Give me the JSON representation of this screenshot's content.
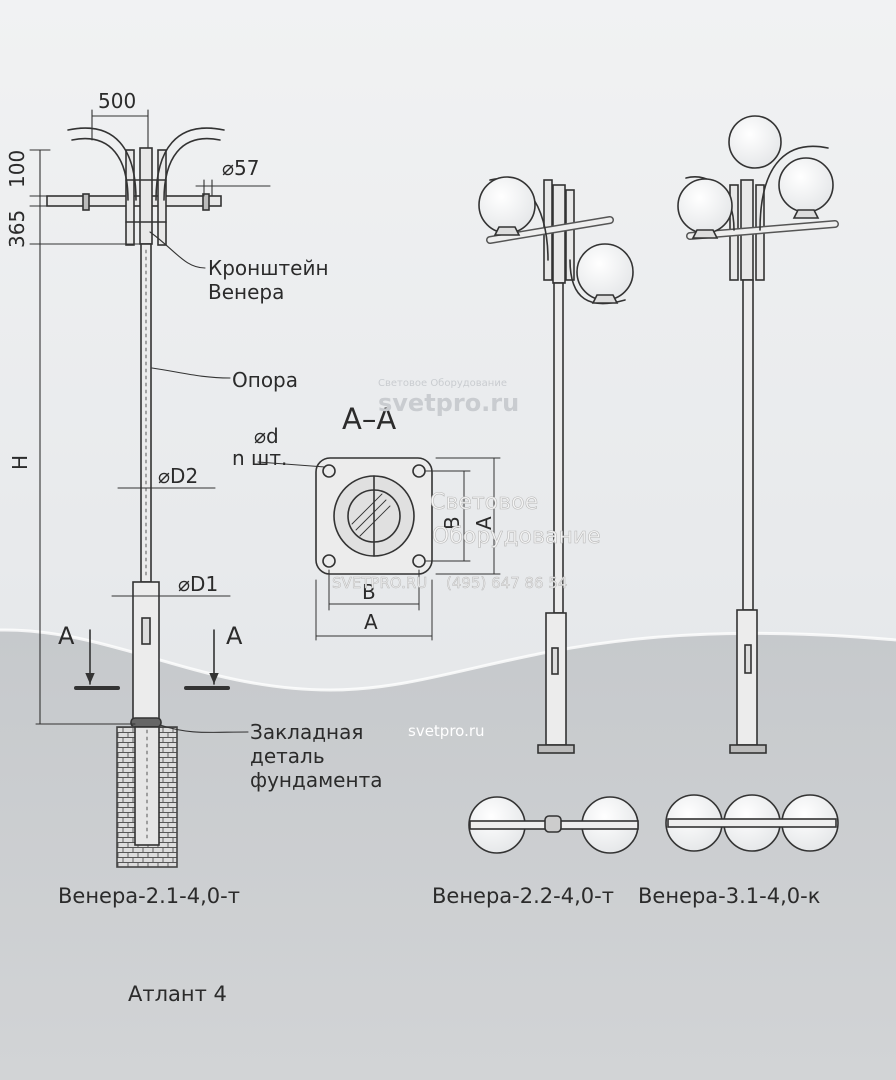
{
  "dimensions": {
    "width_top": "500",
    "h100": "100",
    "h365": "365",
    "H": "H",
    "phi57": "⌀57",
    "phiD2": "⌀D2",
    "phiD1": "⌀D1",
    "phid": "⌀d",
    "n_pcs": "n шт.",
    "A": "A",
    "B": "B"
  },
  "labels": {
    "bracket_line1": "Кронштейн",
    "bracket_line2": "Венера",
    "pole": "Опора",
    "embedded_line1": "Закладная",
    "embedded_line2": "деталь",
    "embedded_line3": "фундамента",
    "section_mark": "A",
    "section_title": "A–A"
  },
  "captions": {
    "model1": "Венера-2.1-4,0-т",
    "model2": "Венера-2.2-4,0-т",
    "model3": "Венера-3.1-4,0-к",
    "series": "Атлант 4"
  },
  "watermarks": {
    "company_small": "Световое Оборудование",
    "site_main": "svetpro.ru",
    "company_line1": "Световое",
    "company_line2": "Оборудование",
    "site_caps": "SVETPRO.RU",
    "phone": "(495) 647 86 54",
    "site_bottom": "svetpro.ru"
  }
}
